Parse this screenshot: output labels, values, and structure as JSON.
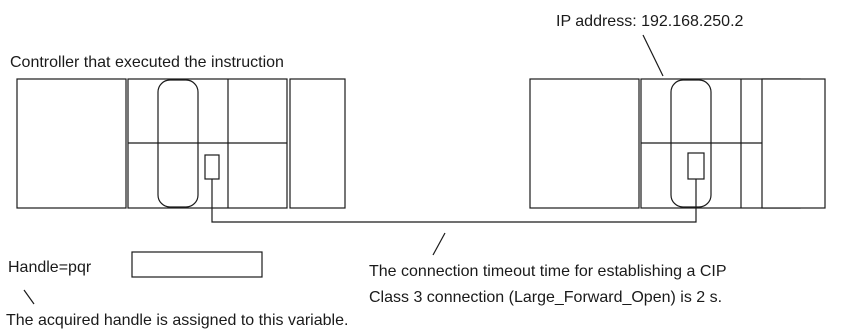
{
  "labels": {
    "ip_address": "IP address: 192.168.250.2",
    "left_controller": "Controller that executed the instruction",
    "handle": "Handle=pqr",
    "timeout_line1": "The connection timeout time for establishing a CIP",
    "timeout_line2": "Class 3 connection (Large_Forward_Open) is 2 s.",
    "handle_note": "The acquired handle is assigned to this variable."
  },
  "colors": {
    "stroke": "#1a1a1a",
    "background": "#ffffff"
  }
}
